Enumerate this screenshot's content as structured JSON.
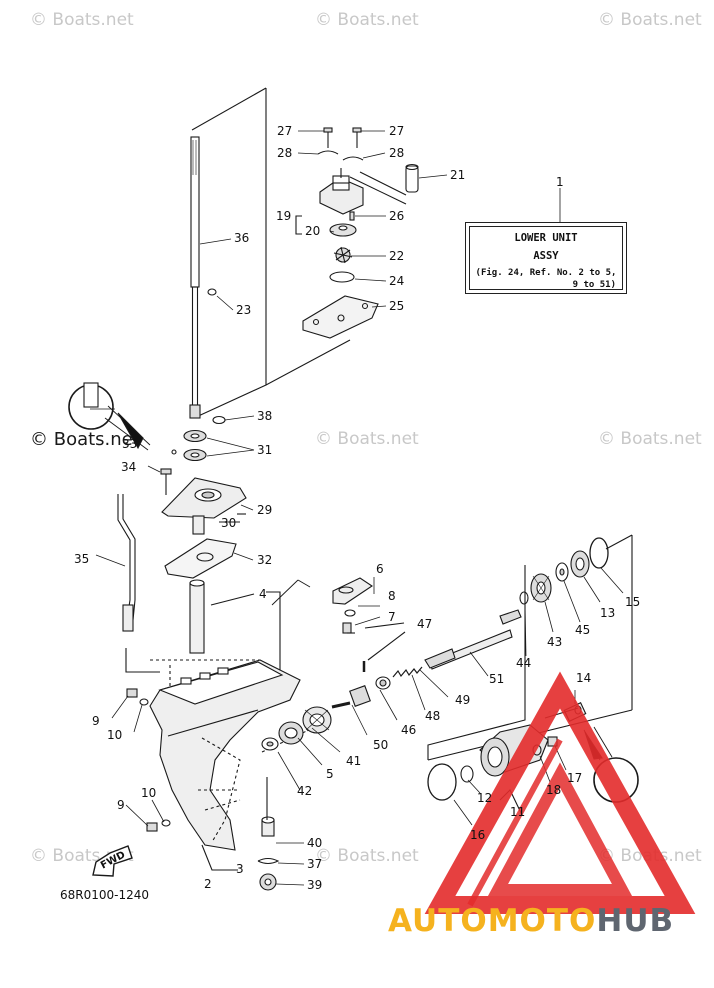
{
  "watermark": "© Boats.net",
  "figure_code": "68R0100-1240",
  "title_box": {
    "ref": "1",
    "line1": "LOWER UNIT",
    "line2": "ASSY",
    "line3": "(Fig. 24, Ref. No. 2 to 5,",
    "line4": "9 to 51)"
  },
  "fwd_label": "FWD",
  "brand": {
    "part_a": "AUTOMOTO",
    "part_b": "HUB"
  },
  "colors": {
    "logo_red": "#e32b2b",
    "logo_yellow": "#f5b21e",
    "logo_gray": "#5f6670"
  },
  "callouts": {
    "c2": "2",
    "c3": "3",
    "c4": "4",
    "c5": "5",
    "c6": "6",
    "c7": "7",
    "c8": "8",
    "c9a": "9",
    "c9b": "9",
    "c10a": "10",
    "c10b": "10",
    "c11": "11",
    "c12": "12",
    "c13": "13",
    "c14": "14",
    "c15": "15",
    "c16": "16",
    "c17": "17",
    "c18": "18",
    "c19": "19",
    "c20": "20",
    "c21": "21",
    "c22": "22",
    "c23": "23",
    "c24": "24",
    "c25": "25",
    "c26": "26",
    "c27a": "27",
    "c27b": "27",
    "c28a": "28",
    "c28b": "28",
    "c29": "29",
    "c30": "30",
    "c31": "31",
    "c32": "32",
    "c33": "33",
    "c34": "34",
    "c35": "35",
    "c36": "36",
    "c37": "37",
    "c38": "38",
    "c39": "39",
    "c40": "40",
    "c41": "41",
    "c42": "42",
    "c43": "43",
    "c44": "44",
    "c45": "45",
    "c46": "46",
    "c47": "47",
    "c48": "48",
    "c49": "49",
    "c50": "50",
    "c51": "51"
  }
}
